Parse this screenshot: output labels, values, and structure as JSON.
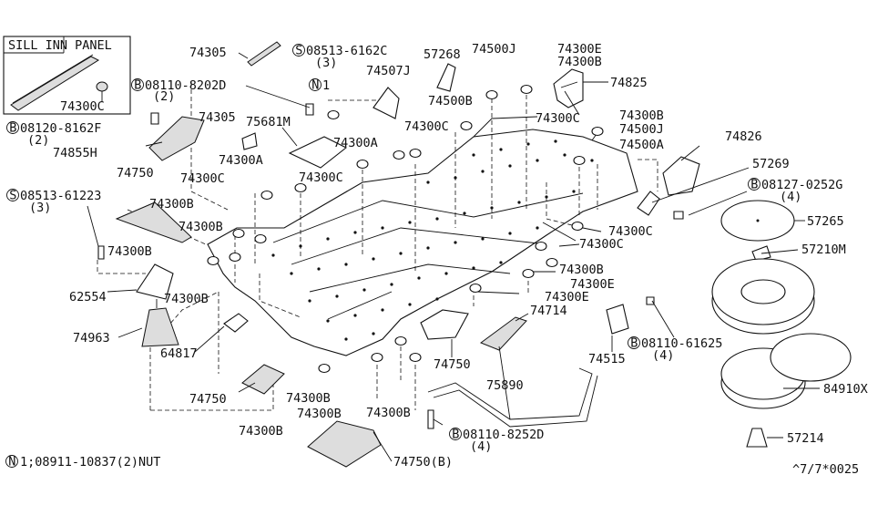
{
  "inset_title": "SILL INN PANEL",
  "footnote": {
    "symbol": "N",
    "text": "1;08911-10837(2)NUT"
  },
  "page_code": "^7/7*0025",
  "labels": [
    {
      "id": "l01",
      "text": "74300C"
    },
    {
      "id": "l02",
      "text": "74305"
    },
    {
      "id": "l03",
      "text": "08513-6162C",
      "symbol": "S"
    },
    {
      "id": "l04",
      "text": "(3)"
    },
    {
      "id": "l05",
      "text": "57268"
    },
    {
      "id": "l06",
      "text": "74500J"
    },
    {
      "id": "l07",
      "text": "74300E"
    },
    {
      "id": "l08",
      "text": "74300B"
    },
    {
      "id": "l09",
      "text": "74507J"
    },
    {
      "id": "l10",
      "text": "08110-8202D",
      "symbol": "B"
    },
    {
      "id": "l11",
      "text": "(2)"
    },
    {
      "id": "l12",
      "text": "1",
      "symbol": "N"
    },
    {
      "id": "l13",
      "text": "74500B"
    },
    {
      "id": "l14",
      "text": "74825"
    },
    {
      "id": "l15",
      "text": "08120-8162F",
      "symbol": "B"
    },
    {
      "id": "l16",
      "text": "(2)"
    },
    {
      "id": "l17",
      "text": "74305"
    },
    {
      "id": "l18",
      "text": "75681M"
    },
    {
      "id": "l19",
      "text": "74300C"
    },
    {
      "id": "l20",
      "text": "74300C"
    },
    {
      "id": "l21",
      "text": "74300B"
    },
    {
      "id": "l22",
      "text": "74500J"
    },
    {
      "id": "l23",
      "text": "74855H"
    },
    {
      "id": "l24",
      "text": "74300A"
    },
    {
      "id": "l25",
      "text": "74500A"
    },
    {
      "id": "l26",
      "text": "74826"
    },
    {
      "id": "l27",
      "text": "74750"
    },
    {
      "id": "l28",
      "text": "74300A"
    },
    {
      "id": "l29",
      "text": "74300C"
    },
    {
      "id": "l30",
      "text": "74300C"
    },
    {
      "id": "l31",
      "text": "57269"
    },
    {
      "id": "l32",
      "text": "08513-61223",
      "symbol": "S"
    },
    {
      "id": "l33",
      "text": "(3)"
    },
    {
      "id": "l34",
      "text": "74300B"
    },
    {
      "id": "l35",
      "text": "08127-0252G",
      "symbol": "B"
    },
    {
      "id": "l36",
      "text": "(4)"
    },
    {
      "id": "l37",
      "text": "57265"
    },
    {
      "id": "l38",
      "text": "74300B"
    },
    {
      "id": "l39",
      "text": "74300C"
    },
    {
      "id": "l40",
      "text": "74300C"
    },
    {
      "id": "l41",
      "text": "57210M"
    },
    {
      "id": "l42",
      "text": "74300B"
    },
    {
      "id": "l43",
      "text": "74300B"
    },
    {
      "id": "l44",
      "text": "62554"
    },
    {
      "id": "l45",
      "text": "74300E"
    },
    {
      "id": "l46",
      "text": "74300B"
    },
    {
      "id": "l47",
      "text": "74300E"
    },
    {
      "id": "l48",
      "text": "74714"
    },
    {
      "id": "l49",
      "text": "74963"
    },
    {
      "id": "l50",
      "text": "64817"
    },
    {
      "id": "l51",
      "text": "74515"
    },
    {
      "id": "l52",
      "text": "08110-61625",
      "symbol": "B"
    },
    {
      "id": "l53",
      "text": "(4)"
    },
    {
      "id": "l54",
      "text": "74750"
    },
    {
      "id": "l55",
      "text": "75890"
    },
    {
      "id": "l56",
      "text": "74750"
    },
    {
      "id": "l57",
      "text": "74300B"
    },
    {
      "id": "l58",
      "text": "74300B"
    },
    {
      "id": "l59",
      "text": "74300B"
    },
    {
      "id": "l60",
      "text": "84910X"
    },
    {
      "id": "l61",
      "text": "74300B"
    },
    {
      "id": "l62",
      "text": "08110-8252D",
      "symbol": "B"
    },
    {
      "id": "l63",
      "text": "(4)"
    },
    {
      "id": "l64",
      "text": "57214"
    },
    {
      "id": "l65",
      "text": "74750(B)"
    }
  ]
}
